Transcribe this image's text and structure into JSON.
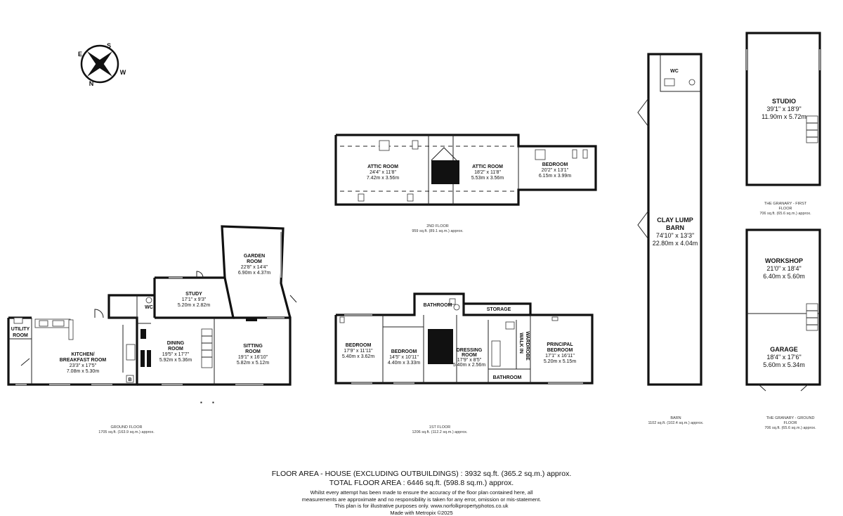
{
  "compass": {
    "n": "N",
    "e": "E",
    "s": "S",
    "w": "W"
  },
  "floors": {
    "ground": {
      "label": "GROUND FLOOR",
      "area": "1705 sq.ft. (163.9 sq.m.) approx."
    },
    "first": {
      "label": "1ST FLOOR",
      "area": "1206 sq.ft. (112.2 sq.m.) approx."
    },
    "second": {
      "label": "2ND FLOOR",
      "area": "959 sq.ft. (89.1 sq.m.) approx."
    },
    "barn": {
      "label": "BARN",
      "area": "1102 sq.ft. (102.4 sq.m.) approx."
    },
    "granary_first": {
      "label1": "THE GRANARY - FIRST",
      "label2": "FLOOR",
      "area": "706 sq.ft. (65.6 sq.m.) approx."
    },
    "granary_ground": {
      "label1": "THE GRANARY - GROUND",
      "label2": "FLOOR",
      "area": "706 sq.ft. (65.6 sq.m.) approx."
    }
  },
  "rooms": {
    "utility": {
      "line1": "UTILITY",
      "line2": "ROOM"
    },
    "kitchen": {
      "line1": "KITCHEN/",
      "line2": "BREAKFAST ROOM",
      "imperial": "23'3\" x 17'5\"",
      "metric": "7.08m x 5.30m"
    },
    "wc_ground": {
      "name": "WC"
    },
    "study": {
      "name": "STUDY",
      "imperial": "17'1\" x 9'3\"",
      "metric": "5.20m x 2.82m"
    },
    "garden": {
      "line1": "GARDEN",
      "line2": "ROOM",
      "imperial": "22'8\" x 14'4\"",
      "metric": "6.90m x 4.37m"
    },
    "dining": {
      "line1": "DINING",
      "line2": "ROOM",
      "imperial": "19'5\" x 17'7\"",
      "metric": "5.92m x 5.36m"
    },
    "sitting": {
      "line1": "SITTING",
      "line2": "ROOM",
      "imperial": "19'1\" x 16'10\"",
      "metric": "5.82m x 5.12m"
    },
    "boiler": {
      "name": "B"
    },
    "attic1": {
      "name": "ATTIC ROOM",
      "imperial": "24'4\" x 11'8\"",
      "metric": "7.42m x 3.56m"
    },
    "attic2": {
      "name": "ATTIC ROOM",
      "imperial": "18'2\" x 11'8\"",
      "metric": "5.53m x 3.56m"
    },
    "bedroom_2nd": {
      "name": "BEDROOM",
      "imperial": "20'2\" x 13'1\"",
      "metric": "6.15m x 3.99m"
    },
    "bathroom_top": {
      "name": "BATHROOM"
    },
    "storage": {
      "name": "STORAGE"
    },
    "bedroom_a": {
      "name": "BEDROOM",
      "imperial": "17'9\" x 11'11\"",
      "metric": "5.40m x 3.62m"
    },
    "bedroom_b": {
      "name": "BEDROOM",
      "imperial": "14'5\" x 10'11\"",
      "metric": "4.40m x 3.33m"
    },
    "dressing": {
      "line1": "DRESSING",
      "line2": "ROOM",
      "imperial": "17'9\" x 8'5\"",
      "metric": "5.40m x 2.56m"
    },
    "walkin": {
      "name": "WALK IN"
    },
    "wardrobe": {
      "name": "WARDROBE"
    },
    "bathroom_bottom": {
      "name": "BATHROOM"
    },
    "principal": {
      "line1": "PRINCIPAL",
      "line2": "BEDROOM",
      "imperial": "17'1\" x 16'11\"",
      "metric": "5.20m x 5.15m"
    },
    "wc_barn": {
      "name": "WC"
    },
    "barn": {
      "line1": "CLAY LUMP",
      "line2": "BARN",
      "imperial": "74'10\" x 13'3\"",
      "metric": "22.80m x 4.04m"
    },
    "studio": {
      "name": "STUDIO",
      "imperial": "39'1\" x 18'9\"",
      "metric": "11.90m x 5.72m"
    },
    "workshop": {
      "name": "WORKSHOP",
      "imperial": "21'0\" x 18'4\"",
      "metric": "6.40m x 5.60m"
    },
    "garage": {
      "name": "GARAGE",
      "imperial": "18'4\" x 17'6\"",
      "metric": "5.60m x 5.34m"
    }
  },
  "footer": {
    "line1": "FLOOR AREA - HOUSE (EXCLUDING OUTBUILDINGS) : 3932 sq.ft. (365.2 sq.m.) approx.",
    "line2": "TOTAL FLOOR AREA : 6446 sq.ft. (598.8 sq.m.) approx.",
    "disclaimer1": "Whilst every attempt has been made to ensure the accuracy of the floor plan contained here, all",
    "disclaimer2": "measurements are approximate and no responsibility is taken for any error, omission or mis-statement.",
    "disclaimer3": "This plan is for illustrative purposes only. www.norfolkpropertyphotos.co.uk",
    "disclaimer4": "Made with Metropix ©2025"
  }
}
